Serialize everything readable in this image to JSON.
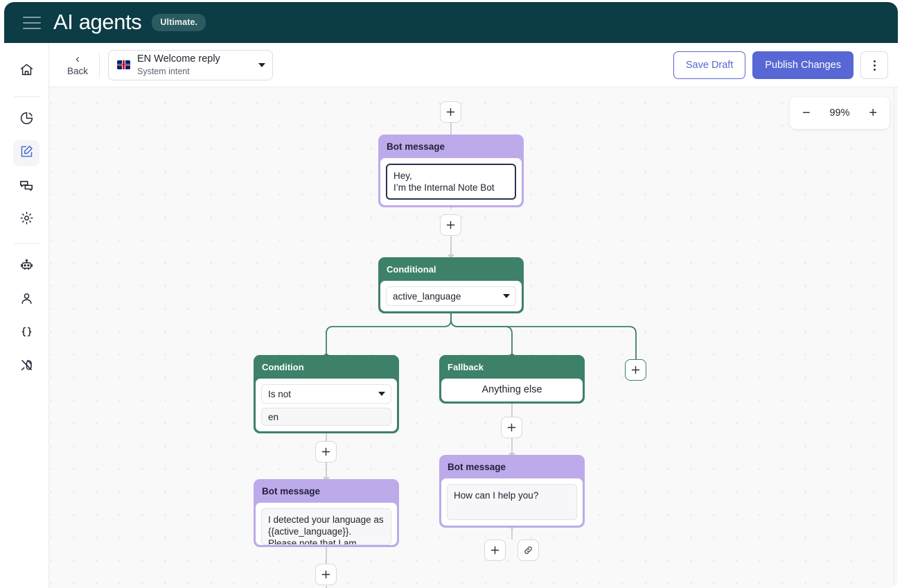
{
  "header": {
    "menu_icon": "hamburger-icon",
    "title": "AI agents",
    "badge": "Ultimate."
  },
  "sidebar": {
    "items": [
      {
        "icon": "home-icon",
        "name": "home"
      },
      {
        "icon": "pie-chart-icon",
        "name": "analytics"
      },
      {
        "icon": "compose-icon",
        "name": "builder",
        "active": true
      },
      {
        "icon": "chat-icon",
        "name": "conversations"
      },
      {
        "icon": "gear-icon",
        "name": "settings"
      },
      {
        "icon": "robot-icon",
        "name": "bots"
      },
      {
        "icon": "user-icon",
        "name": "users"
      },
      {
        "icon": "braces-icon",
        "name": "variables"
      },
      {
        "icon": "plug-icon",
        "name": "integrations"
      }
    ]
  },
  "subheader": {
    "back_label": "Back",
    "back_icon": "chevron-left-icon",
    "intent": {
      "flag": "uk-flag-icon",
      "title": "EN Welcome reply",
      "subtitle": "System intent",
      "caret_icon": "chevron-down-icon"
    },
    "save_draft_label": "Save Draft",
    "publish_label": "Publish Changes",
    "more_icon": "kebab-menu-icon"
  },
  "canvas": {
    "zoom": {
      "minus": "−",
      "value": "99%",
      "plus": "+"
    },
    "nodes": {
      "bot_top": {
        "title": "Bot message",
        "message": "Hey,\nI’m the Internal Note Bot"
      },
      "conditional": {
        "title": "Conditional",
        "variable": "active_language"
      },
      "condition": {
        "title": "Condition",
        "operator": "Is not",
        "value": "en"
      },
      "fallback": {
        "title": "Fallback",
        "label": "Anything else"
      },
      "bot_left": {
        "title": "Bot message",
        "message": "I detected your language as {{active_language}}.\nPlease note that I am..."
      },
      "bot_right": {
        "title": "Bot message",
        "message": "How can I help you?"
      }
    },
    "buttons": {
      "add": "+",
      "link_icon": "link-icon"
    }
  },
  "colors": {
    "header_bg": "#0c3c45",
    "accent": "#5768d4",
    "bot_node": "#bdaaea",
    "green_node": "#3d8168",
    "canvas_bg": "#f9f9fa"
  }
}
